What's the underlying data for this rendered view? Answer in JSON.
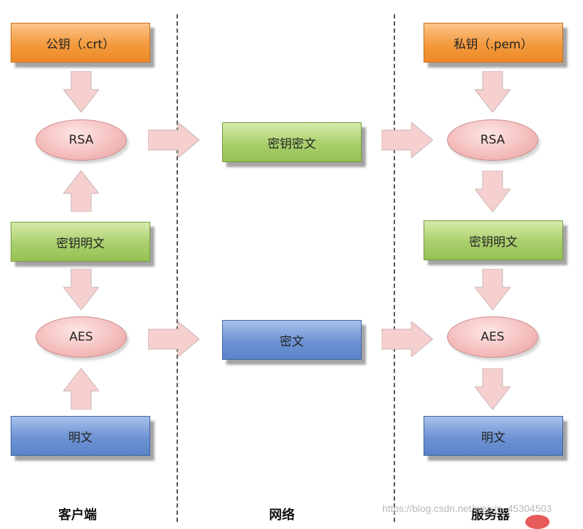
{
  "client": {
    "public_key": "公钥（.crt）",
    "rsa": "RSA",
    "key_plaintext": "密钥明文",
    "aes": "AES",
    "plaintext": "明文",
    "label": "客户端"
  },
  "network": {
    "key_ciphertext": "密钥密文",
    "ciphertext": "密文",
    "label": "网络"
  },
  "server": {
    "private_key": "私钥（.pem）",
    "rsa": "RSA",
    "key_plaintext": "密钥明文",
    "aes": "AES",
    "plaintext": "明文",
    "label": "服务器"
  },
  "watermark": "https://blog.csdn.net/weixin_45304503"
}
